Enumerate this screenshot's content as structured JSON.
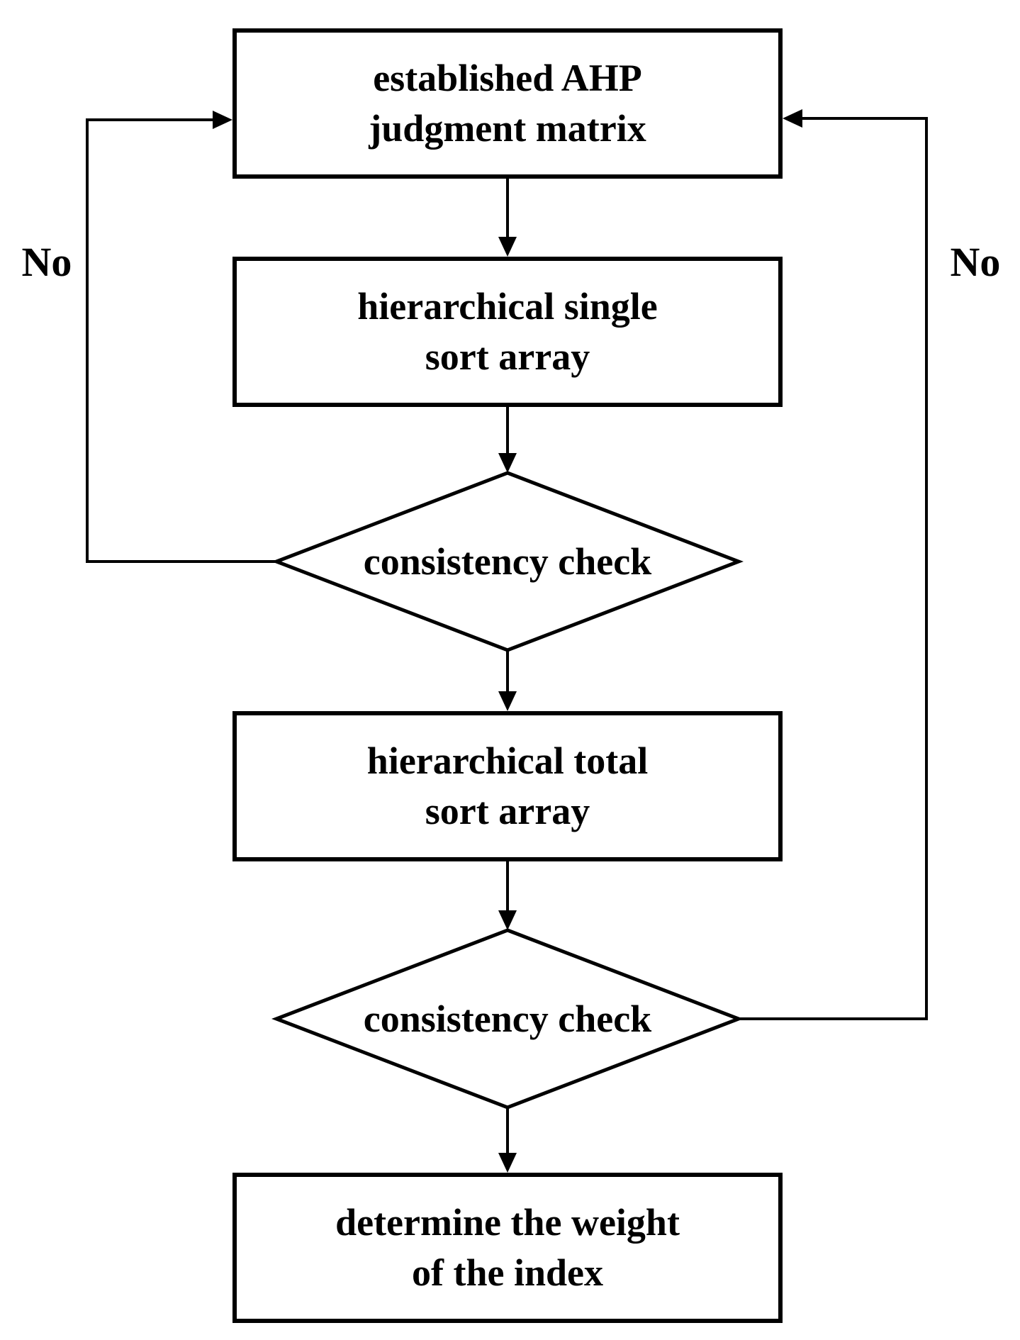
{
  "colors": {
    "ink": "#000000",
    "background": "#ffffff"
  },
  "flowchart": {
    "type": "flowchart",
    "nodes": [
      {
        "id": "established-ahp-judgment-matrix",
        "shape": "rectangle",
        "lines": [
          "established AHP",
          "judgment matrix"
        ]
      },
      {
        "id": "hierarchical-single-sort-array",
        "shape": "rectangle",
        "lines": [
          "hierarchical single",
          "sort array"
        ]
      },
      {
        "id": "consistency-check-1",
        "shape": "diamond",
        "label": "consistency check"
      },
      {
        "id": "hierarchical-total-sort-array",
        "shape": "rectangle",
        "lines": [
          "hierarchical total",
          "sort array"
        ]
      },
      {
        "id": "consistency-check-2",
        "shape": "diamond",
        "label": "consistency check"
      },
      {
        "id": "determine-the-weight-of-the-index",
        "shape": "rectangle",
        "lines": [
          "determine the weight",
          "of the index"
        ]
      }
    ],
    "edges": [
      {
        "from": "established-ahp-judgment-matrix",
        "to": "hierarchical-single-sort-array",
        "label": ""
      },
      {
        "from": "hierarchical-single-sort-array",
        "to": "consistency-check-1",
        "label": ""
      },
      {
        "from": "consistency-check-1",
        "to": "hierarchical-total-sort-array",
        "label": ""
      },
      {
        "from": "consistency-check-1",
        "to": "established-ahp-judgment-matrix",
        "label": "No",
        "side": "left"
      },
      {
        "from": "hierarchical-total-sort-array",
        "to": "consistency-check-2",
        "label": ""
      },
      {
        "from": "consistency-check-2",
        "to": "determine-the-weight-of-the-index",
        "label": ""
      },
      {
        "from": "consistency-check-2",
        "to": "established-ahp-judgment-matrix",
        "label": "No",
        "side": "right"
      }
    ],
    "labels": {
      "no_left": "No",
      "no_right": "No"
    }
  }
}
